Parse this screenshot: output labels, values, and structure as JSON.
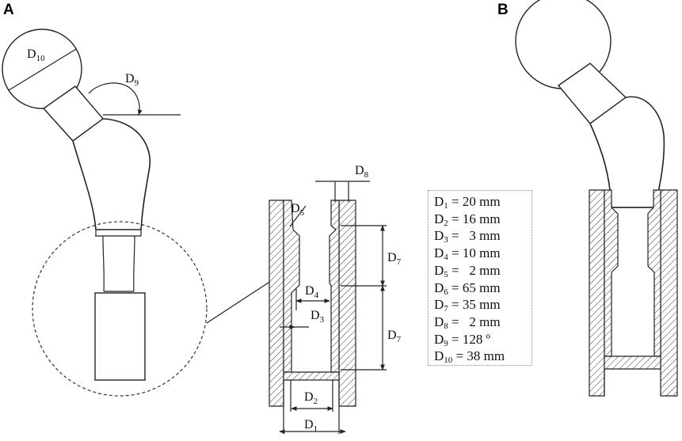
{
  "panels": {
    "a": "A",
    "b": "B"
  },
  "labels": {
    "d1": {
      "base": "D",
      "sub": "1"
    },
    "d2": {
      "base": "D",
      "sub": "2"
    },
    "d3": {
      "base": "D",
      "sub": "3"
    },
    "d4": {
      "base": "D",
      "sub": "4"
    },
    "d5": {
      "base": "D",
      "sub": "5"
    },
    "d7": {
      "base": "D",
      "sub": "7"
    },
    "d8": {
      "base": "D",
      "sub": "8"
    },
    "d9": {
      "base": "D",
      "sub": "9"
    },
    "d10": {
      "base": "D",
      "sub": "10"
    }
  },
  "dimensions": [
    {
      "base": "D",
      "sub": "1",
      "value": " = 20 mm"
    },
    {
      "base": "D",
      "sub": "2",
      "value": " = 16 mm"
    },
    {
      "base": "D",
      "sub": "3",
      "value": " =   3 mm"
    },
    {
      "base": "D",
      "sub": "4",
      "value": " = 10 mm"
    },
    {
      "base": "D",
      "sub": "5",
      "value": " =   2 mm"
    },
    {
      "base": "D",
      "sub": "6",
      "value": " = 65 mm"
    },
    {
      "base": "D",
      "sub": "7",
      "value": " = 35 mm"
    },
    {
      "base": "D",
      "sub": "8",
      "value": " =   2 mm"
    },
    {
      "base": "D",
      "sub": "9",
      "value": " = 128 º"
    },
    {
      "base": "D",
      "sub": "10",
      "value": " = 38 mm"
    }
  ]
}
